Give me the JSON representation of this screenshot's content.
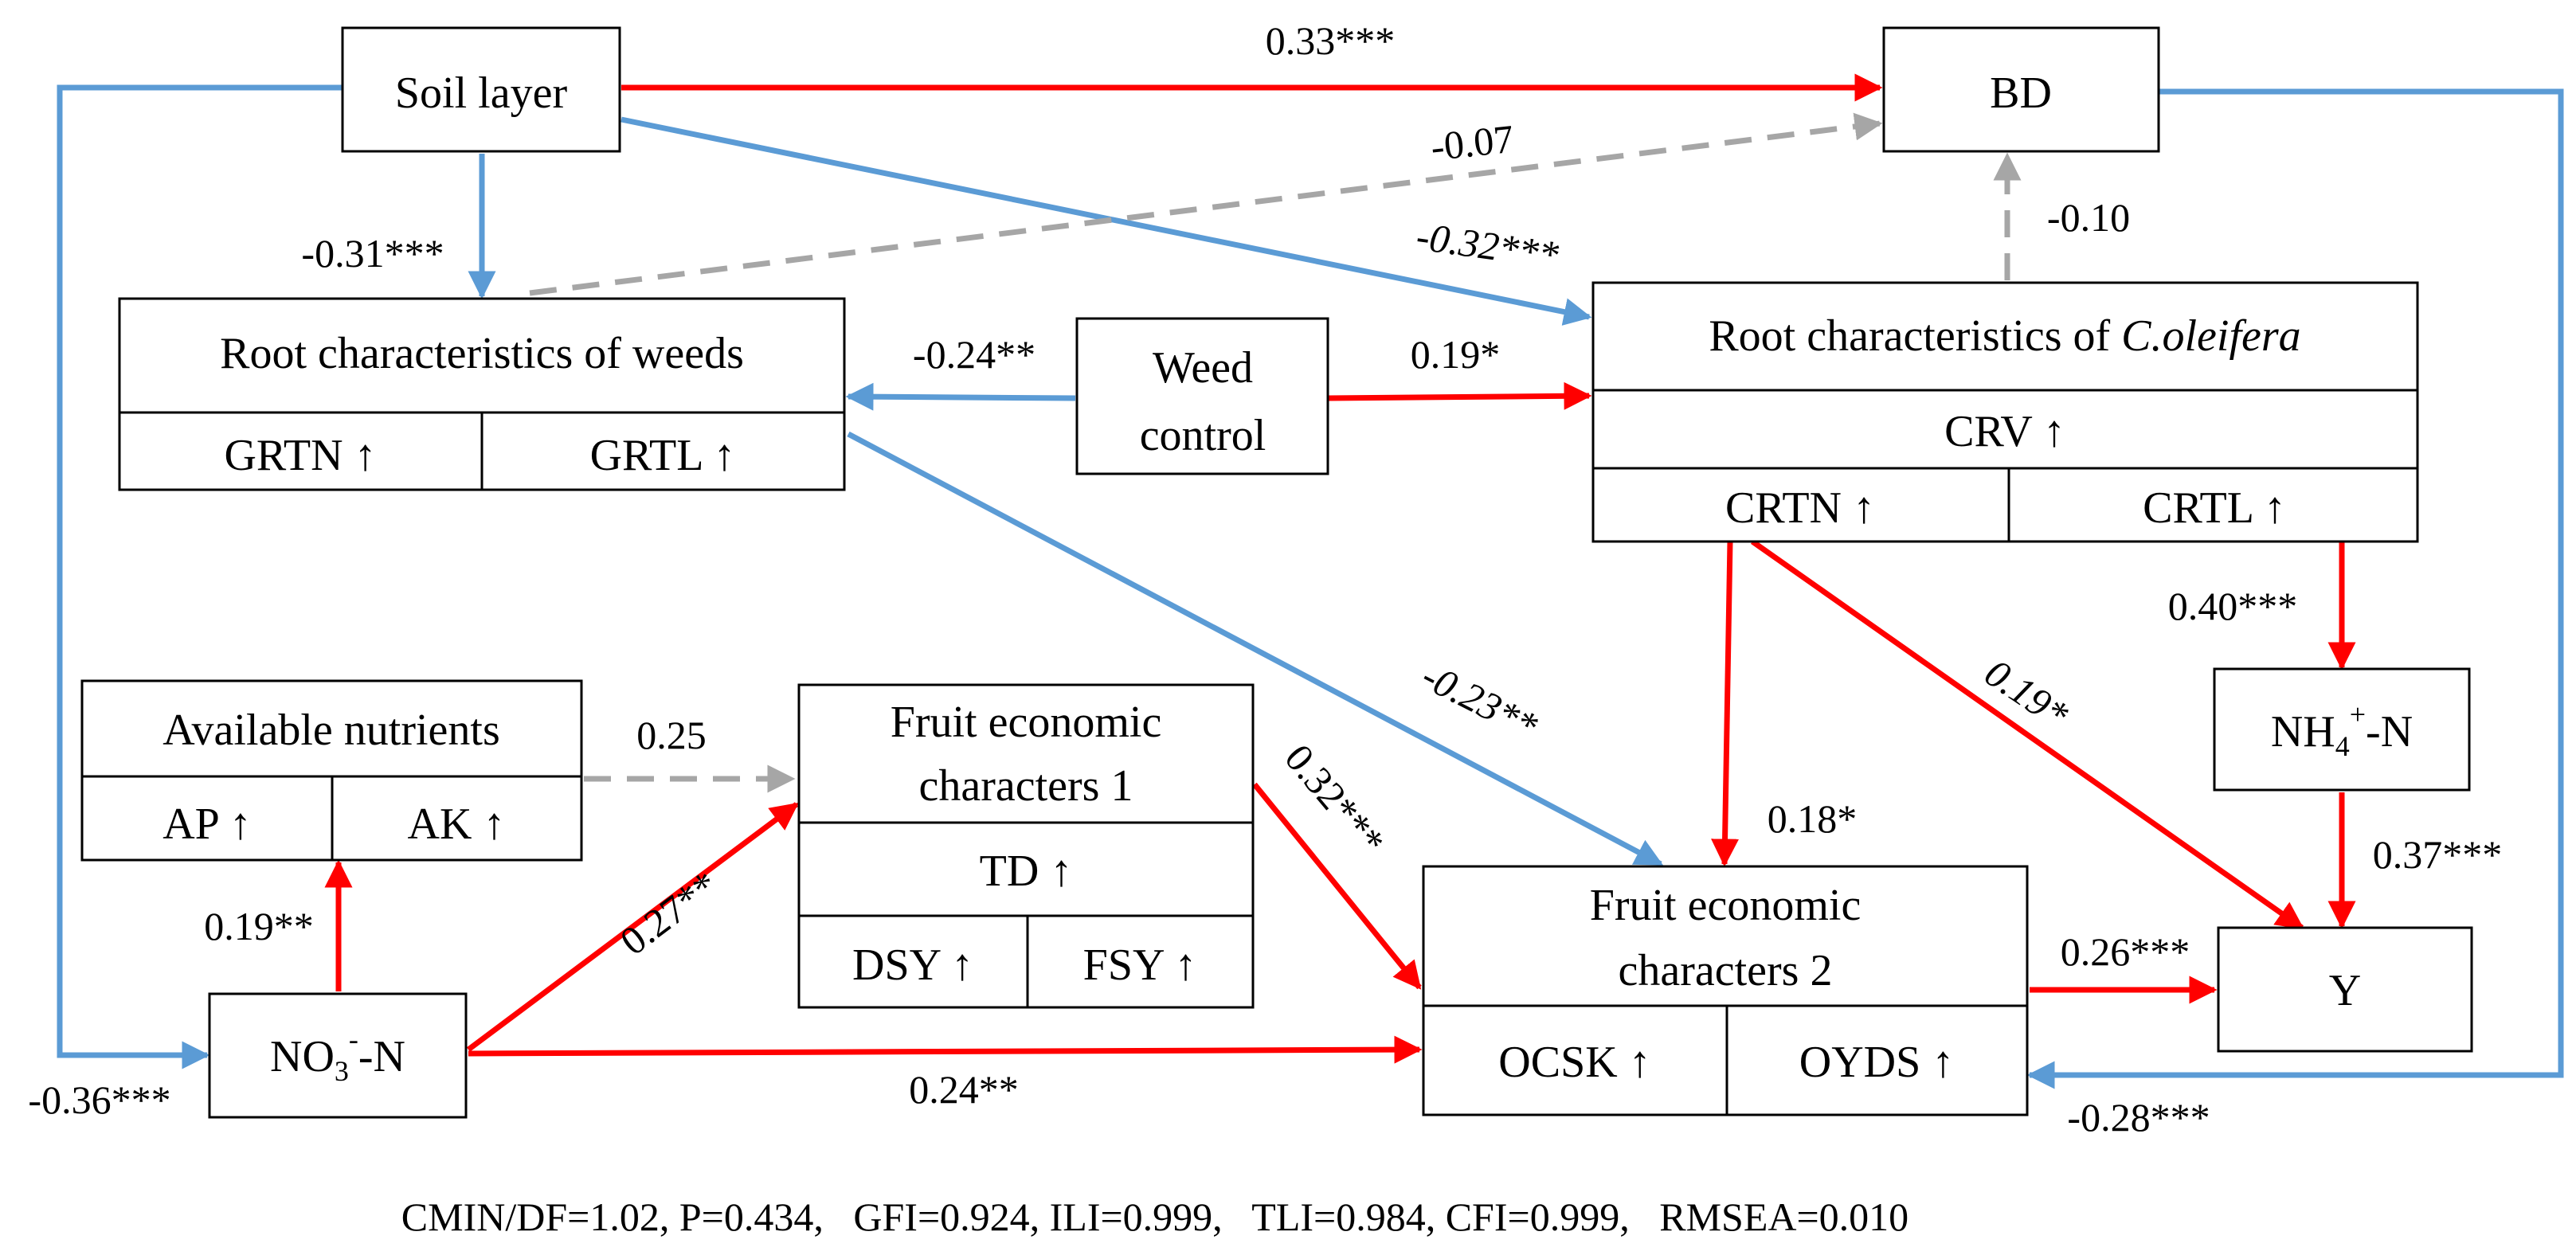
{
  "colors": {
    "positive": "#ff0000",
    "negative": "#5b9bd5",
    "nonsignificant": "#a6a6a6"
  },
  "nodes": {
    "soil_layer": "Soil layer",
    "bd": "BD",
    "weeds": {
      "title": "Root characteristics of weeds",
      "cell_left": "GRTN ↑",
      "cell_right": "GRTL ↑"
    },
    "weed_control": {
      "line1": "Weed",
      "line2": "control"
    },
    "oleifera": {
      "title_prefix": "Root characteristics of ",
      "title_italic": "C.oleifera",
      "middle": "CRV ↑",
      "cell_left": "CRTN ↑",
      "cell_right": "CRTL ↑"
    },
    "available_nutrients": {
      "title": "Available nutrients",
      "cell_left": "AP ↑",
      "cell_right": "AK ↑"
    },
    "fruit1": {
      "line1": "Fruit economic",
      "line2": "characters 1",
      "middle": "TD ↑",
      "cell_left": "DSY ↑",
      "cell_right": "FSY ↑"
    },
    "fruit2": {
      "line1": "Fruit economic",
      "line2": "characters 2",
      "cell_left": "OCSK ↑",
      "cell_right": "OYDS ↑"
    },
    "nh4": {
      "prefix": "NH",
      "sub": "4",
      "sup": "+",
      "suffix": "-N"
    },
    "no3": {
      "prefix": "NO",
      "sub": "3",
      "sup": "-",
      "suffix": "-N"
    },
    "y": "Y"
  },
  "paths": [
    {
      "from": "Soil layer",
      "to": "BD",
      "coef": "0.33***",
      "sign": "positive"
    },
    {
      "from": "Root characteristics of weeds",
      "to": "BD",
      "coef": "-0.07",
      "sign": "nonsignificant"
    },
    {
      "from": "Soil layer",
      "to": "Root characteristics of weeds",
      "coef": "-0.31***",
      "sign": "negative"
    },
    {
      "from": "Soil layer",
      "to": "Root characteristics of C.oleifera",
      "coef": "-0.32***",
      "sign": "negative"
    },
    {
      "from": "Root characteristics of C.oleifera",
      "to": "BD",
      "coef": "-0.10",
      "sign": "nonsignificant"
    },
    {
      "from": "Weed control",
      "to": "Root characteristics of weeds",
      "coef": "-0.24**",
      "sign": "negative"
    },
    {
      "from": "Weed control",
      "to": "Root characteristics of C.oleifera",
      "coef": "0.19*",
      "sign": "positive"
    },
    {
      "from": "CRTL",
      "to": "NH4+-N",
      "coef": "0.40***",
      "sign": "positive"
    },
    {
      "from": "CRTN",
      "to": "Y",
      "coef": "0.19*",
      "sign": "positive"
    },
    {
      "from": "Root characteristics of weeds",
      "to": "Fruit economic characters 2",
      "coef": "-0.23**",
      "sign": "negative"
    },
    {
      "from": "Available nutrients",
      "to": "Fruit economic characters 1",
      "coef": "0.25",
      "sign": "nonsignificant"
    },
    {
      "from": "Fruit economic characters 1",
      "to": "Fruit economic characters 2",
      "coef": "0.32***",
      "sign": "positive"
    },
    {
      "from": "CRTN",
      "to": "Fruit economic characters 2",
      "coef": "0.18*",
      "sign": "positive"
    },
    {
      "from": "NH4+-N",
      "to": "Y",
      "coef": "0.37***",
      "sign": "positive"
    },
    {
      "from": "NO3--N",
      "to": "Available nutrients",
      "coef": "0.19**",
      "sign": "positive"
    },
    {
      "from": "NO3--N",
      "to": "Fruit economic characters 1",
      "coef": "0.27**",
      "sign": "positive"
    },
    {
      "from": "Fruit economic characters 2",
      "to": "Y",
      "coef": "0.26***",
      "sign": "positive"
    },
    {
      "from": "NO3--N",
      "to": "Fruit economic characters 2",
      "coef": "0.24**",
      "sign": "positive"
    },
    {
      "from": "Soil layer",
      "to": "NO3--N",
      "coef": "-0.36***",
      "sign": "negative"
    },
    {
      "from": "BD",
      "to": "Fruit economic characters 2",
      "coef": "-0.28***",
      "sign": "negative"
    }
  ],
  "fit_indices": "CMIN/DF=1.02, P=0.434,   GFI=0.924, ILI=0.999,   TLI=0.984, CFI=0.999,   RMSEA=0.010"
}
